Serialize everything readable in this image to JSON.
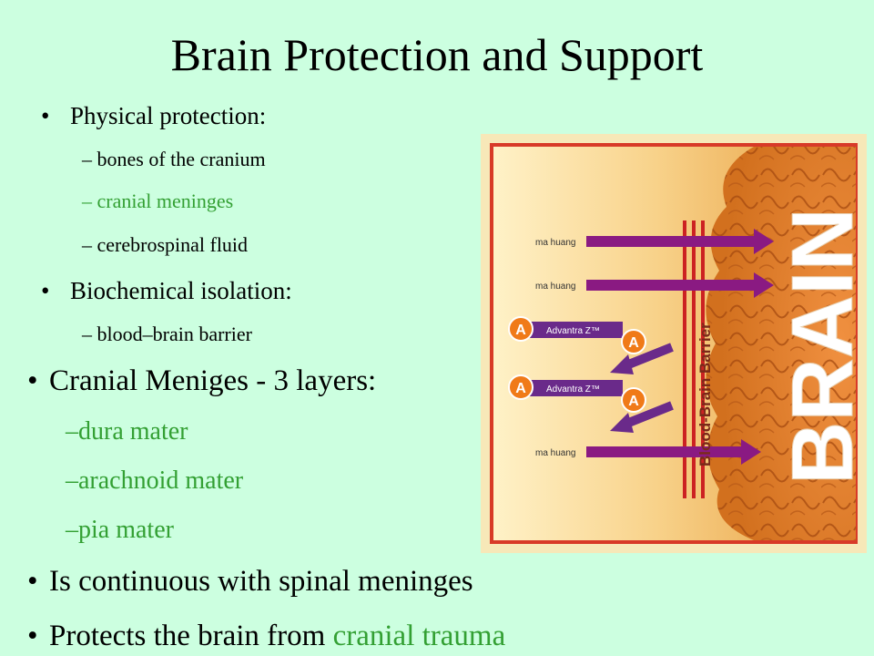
{
  "title": "Brain Protection and Support",
  "colors": {
    "background": "#ccffe0",
    "accent_green": "#33a033",
    "barrier_red": "#cc2222",
    "arrow_purple": "#8a1a82",
    "brain_label": "#ffffff"
  },
  "section1": {
    "heading1": "Physical protection:",
    "items1": [
      "bones of the cranium",
      "cranial meninges",
      "cerebrospinal fluid"
    ],
    "heading2": "Biochemical isolation:",
    "items2": [
      "blood–brain barrier"
    ]
  },
  "section2": {
    "heading": "Cranial Meniges - 3 layers:",
    "layers": [
      "dura mater",
      "arachnoid mater",
      "pia mater"
    ],
    "point1": "Is continuous with spinal meninges",
    "point2_prefix": "Protects the brain from ",
    "point2_highlight": "cranial trauma"
  },
  "illustration": {
    "brain_label": "BRAIN",
    "barrier_label": "Blood-Brain Barrier",
    "ma_huang_labels": [
      "ma huang",
      "ma huang",
      "ma huang"
    ],
    "advantra_labels": [
      "Advantra Z™",
      "Advantra Z™"
    ],
    "logo_letter": "A"
  }
}
